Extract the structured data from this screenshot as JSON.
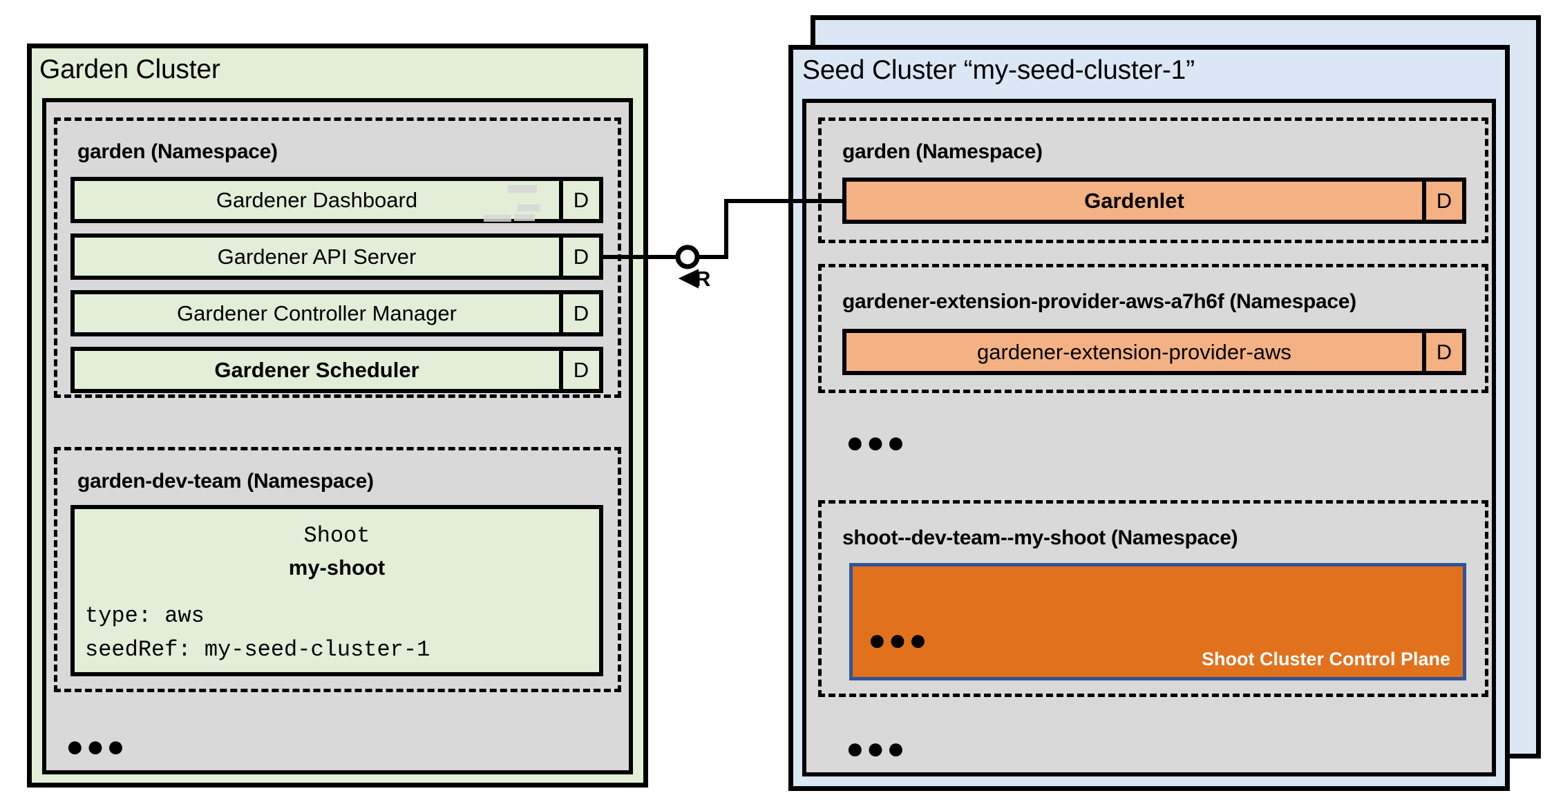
{
  "diagram": {
    "title_garden": "Garden Cluster",
    "title_seed": "Seed Cluster “my-seed-cluster-1”",
    "colors": {
      "garden_cluster_fill": "#e2eed8",
      "seed_cluster_fill": "#dce7f5",
      "cluster_body_fill": "#d9d9d9",
      "component_green": "#e2eed8",
      "component_orange": "#f4b183",
      "control_plane_fill": "#e2711d",
      "control_plane_border": "#2f5597",
      "stroke": "#000000"
    }
  },
  "garden_cluster": {
    "title": "Garden Cluster",
    "namespaces": [
      {
        "label": "garden (Namespace)",
        "components": [
          {
            "name": "Gardener Dashboard",
            "kind": "D",
            "bold": false
          },
          {
            "name": "Gardener API Server",
            "kind": "D",
            "bold": false
          },
          {
            "name": "Gardener Controller Manager",
            "kind": "D",
            "bold": false
          },
          {
            "name": "Gardener Scheduler",
            "kind": "D",
            "bold": true
          }
        ]
      },
      {
        "label": "garden-dev-team (Namespace)",
        "resource": {
          "kind": "Shoot",
          "name": "my-shoot",
          "spec_lines": [
            "type: aws",
            "seedRef: my-seed-cluster-1"
          ]
        }
      }
    ],
    "more_indicator": "●●●"
  },
  "seed_cluster": {
    "title": "Seed Cluster “my-seed-cluster-1”",
    "namespaces": [
      {
        "label": "garden (Namespace)",
        "components": [
          {
            "name": "Gardenlet",
            "kind": "D",
            "bold": true
          }
        ]
      },
      {
        "label": "gardener-extension-provider-aws-a7h6f (Namespace)",
        "components": [
          {
            "name": "gardener-extension-provider-aws",
            "kind": "D",
            "bold": false
          }
        ]
      },
      {
        "label": "shoot--dev-team--my-shoot (Namespace)",
        "control_plane": {
          "label": "Shoot Cluster Control Plane",
          "more_indicator": "●●●"
        }
      }
    ],
    "more_indicator_middle": "●●●",
    "more_indicator_bottom": "●●●"
  },
  "connector": {
    "interface_letter": "R",
    "from": "Gardener API Server",
    "to": "Gardenlet"
  }
}
